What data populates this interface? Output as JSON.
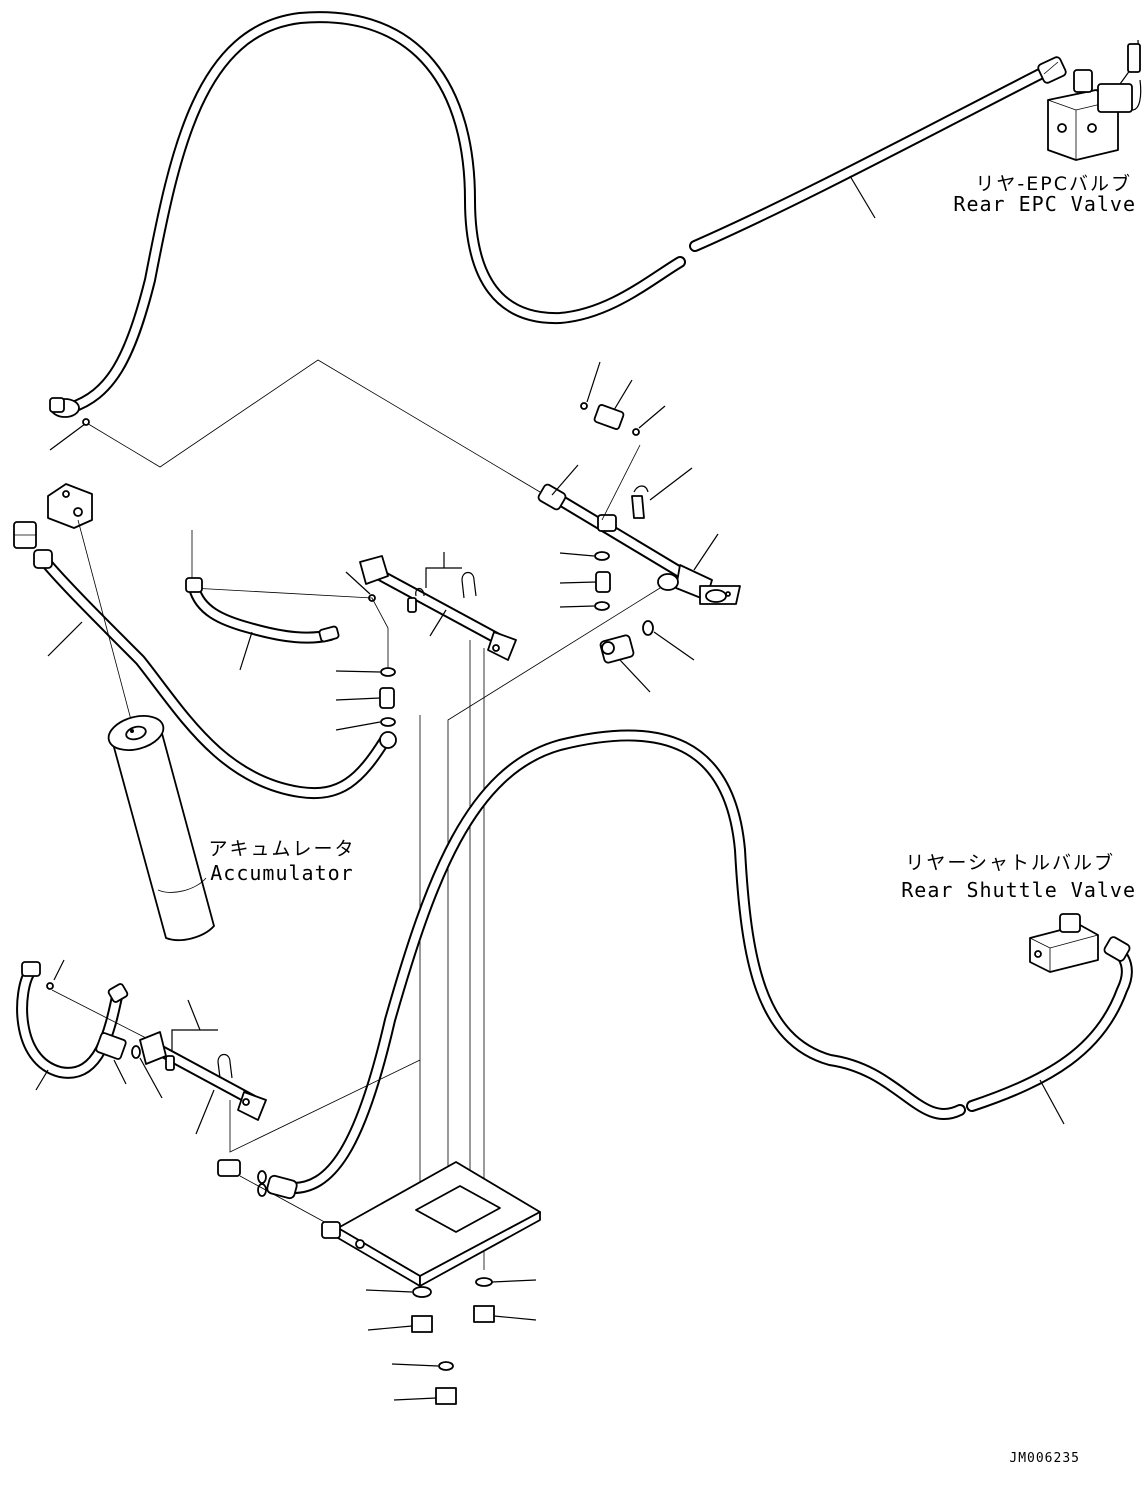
{
  "labels": {
    "rear_epc_valve_jp": "リヤ-EPCバルブ",
    "rear_epc_valve_en": "Rear EPC Valve",
    "accumulator_jp": "アキュムレータ",
    "accumulator_en": "Accumulator",
    "rear_shuttle_valve_jp": "リヤーシャトルバルブ",
    "rear_shuttle_valve_en": "Rear Shuttle Valve",
    "drawing_number": "JM006235"
  }
}
